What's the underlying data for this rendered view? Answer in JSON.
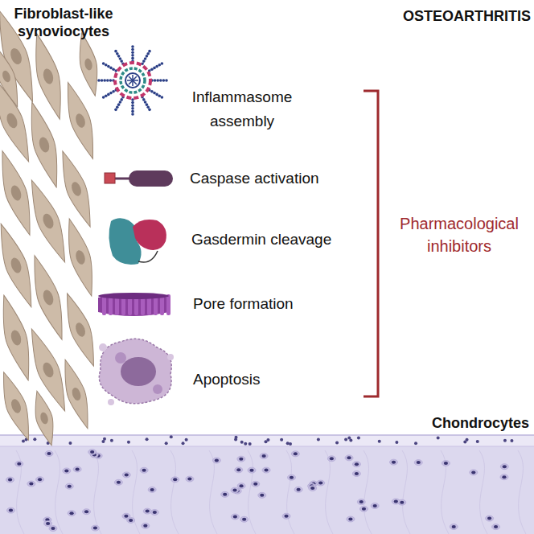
{
  "diagram": {
    "labels": [
      "Fibroblast-like synoviocytes",
      "OSTEOARTHRITIS",
      "Inflammasome assembly",
      "Caspase activation",
      "Gasdermin cleavage",
      "Pore formation",
      "Apoptosis",
      "Pharmacological inhibitors",
      "Chondrocytes"
    ]
  }
}
